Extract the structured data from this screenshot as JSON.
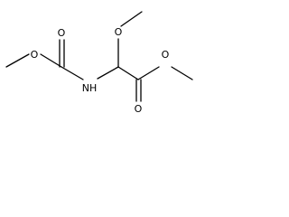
{
  "molecule": {
    "atom_labels": {
      "o_methoxy_left": "O",
      "o_carbonyl_left": "O",
      "nh": "NH",
      "o_methoxy_top": "O",
      "o_ester": "O",
      "o_carbonyl_right": "O"
    }
  }
}
